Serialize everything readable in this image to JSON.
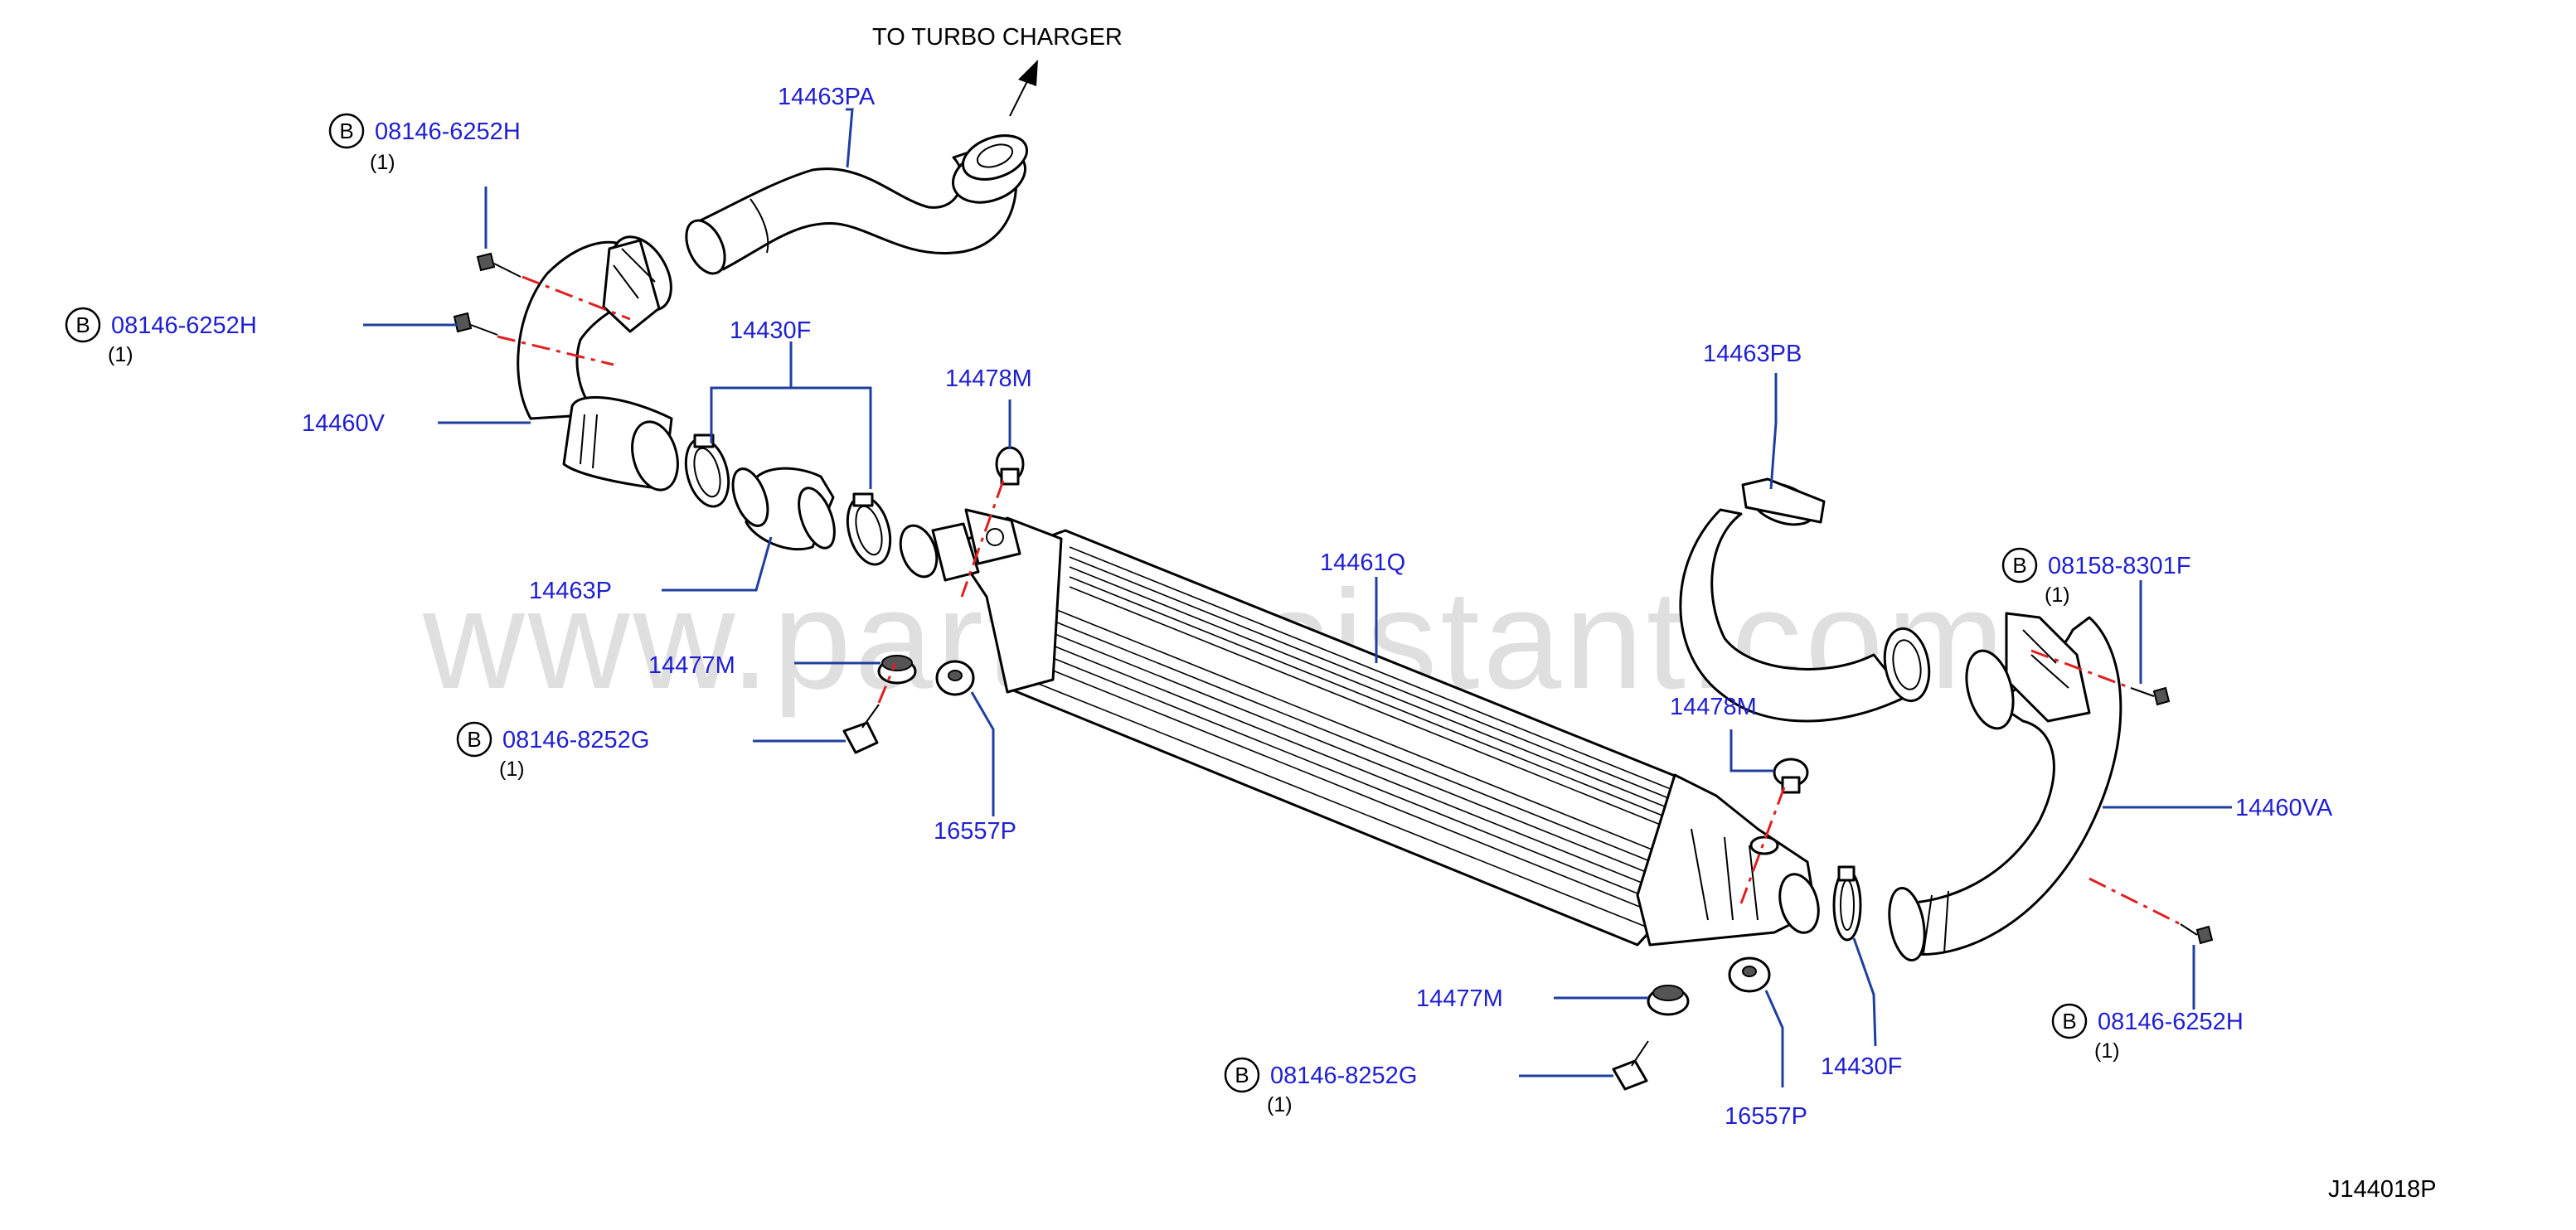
{
  "header": {
    "destination_note": "TO TURBO CHARGER"
  },
  "watermark": "www.partsassistant.com",
  "diagram_id": "J144018P",
  "bolt_badge": "B",
  "labels": {
    "p14463PA": "14463PA",
    "b1_code": "08146-6252H",
    "b1_qty": "(1)",
    "b2_code": "08146-6252H",
    "b2_qty": "(1)",
    "p14430F_a": "14430F",
    "p14478M_a": "14478M",
    "p14463PB": "14463PB",
    "p14460V": "14460V",
    "p14463P": "14463P",
    "p14461Q": "14461Q",
    "b3_code": "08158-8301F",
    "b3_qty": "(1)",
    "p14477M_a": "14477M",
    "b4_code": "08146-8252G",
    "b4_qty": "(1)",
    "p16557P_a": "16557P",
    "p14478M_b": "14478M",
    "p14460VA": "14460VA",
    "p14477M_b": "14477M",
    "b5_code": "08146-6252H",
    "b5_qty": "(1)",
    "b6_code": "08146-8252G",
    "b6_qty": "(1)",
    "p14430F_b": "14430F",
    "p16557P_b": "16557P"
  },
  "colors": {
    "label": "#1f1fd0",
    "leader": "#1f3f9f",
    "centerline": "#e02020",
    "line": "#000000"
  }
}
